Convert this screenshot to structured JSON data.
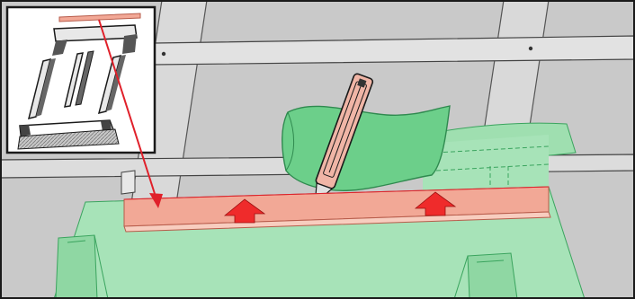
{
  "diagram": {
    "kind": "roof-window-flashing-installation-step",
    "inset_parts": [
      "top-flashing-highlighted",
      "top-frame-cladding",
      "left-side-flashing",
      "right-side-flashing",
      "left-side-cladding",
      "right-side-cladding",
      "bottom-flashing-apron"
    ],
    "callout_arrows": 2,
    "colors": {
      "highlight_part": "#f2a896",
      "highlight_part_light": "#f8cdbf",
      "membrane": "#9fdfb0",
      "membrane_dark": "#6ccf8a",
      "membrane_line": "#3aa45e",
      "pointer_arrow": "#e0202a",
      "push_arrow": "#ef2b2b",
      "roof_gray": "#cccccc",
      "batten": "#d8d8d8",
      "outline": "#1a1a1a",
      "knife_body": "#f0b5a6"
    },
    "icons": [
      "utility-knife-icon",
      "push-up-arrow-icon",
      "pointer-arrow-icon"
    ]
  }
}
